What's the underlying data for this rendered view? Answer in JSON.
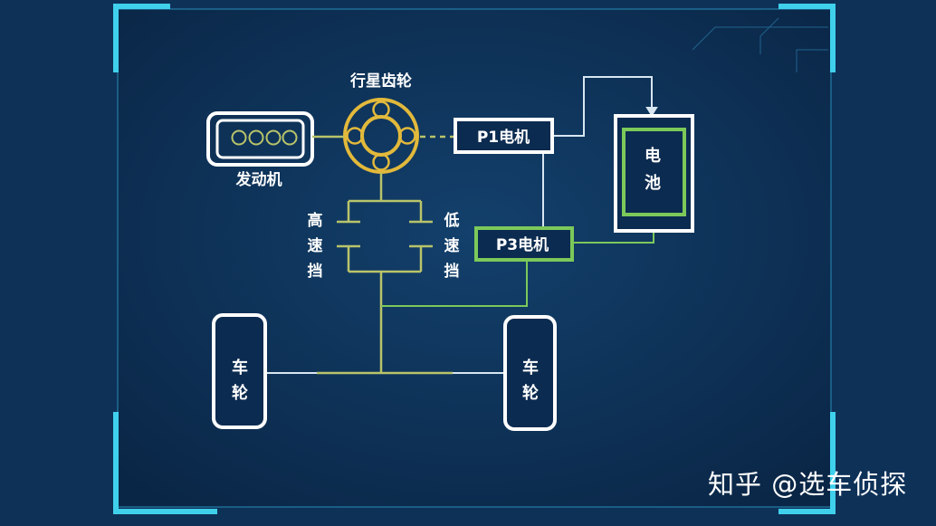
{
  "diagram": {
    "labels": {
      "planetary_gear": "行星齿轮",
      "engine": "发动机",
      "p1_motor": "P1电机",
      "p3_motor": "P3电机",
      "battery": [
        "电",
        "池"
      ],
      "high_gear": [
        "高",
        "速",
        "挡"
      ],
      "low_gear": [
        "低",
        "速",
        "挡"
      ],
      "wheel_left": [
        "车",
        "轮"
      ],
      "wheel_right": [
        "车",
        "轮"
      ]
    },
    "colors": {
      "background": "#0c2b50",
      "frame": "#3fd0ec",
      "gear": "#e2b93b",
      "mechanical_line": "#b9c46a",
      "motor_green": "#7cc95a",
      "electric_line": "#d8e6f2",
      "box_outline": "#ffffff"
    }
  },
  "watermark": "知乎 @选车侦探"
}
